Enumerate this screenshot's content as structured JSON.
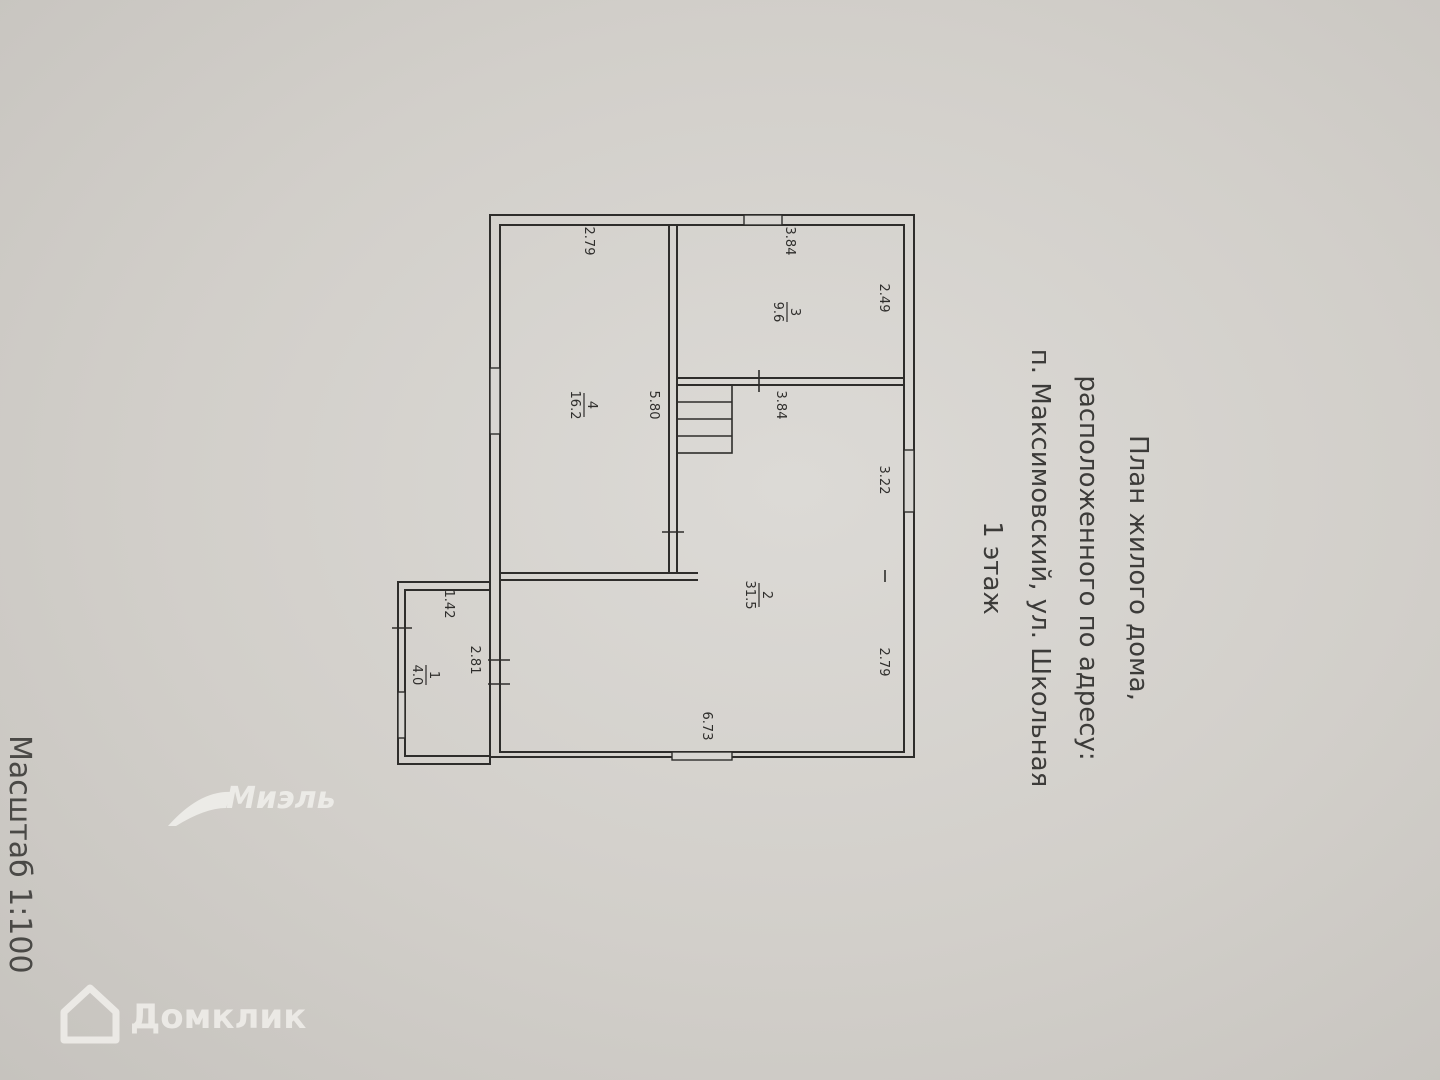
{
  "title": {
    "line1": "План жилого дома,",
    "line2": "расположенного по адресу:",
    "line3": "п. Максимовский, ул. Школьная",
    "line4": "1 этаж"
  },
  "scale_label": "Масштаб 1:100",
  "watermarks": {
    "mizel": "Миэль",
    "domclick": "Домклик"
  },
  "rooms": [
    {
      "number": "1",
      "area": "4.0"
    },
    {
      "number": "2",
      "area": "31.5"
    },
    {
      "number": "3",
      "area": "9.6"
    },
    {
      "number": "4",
      "area": "16.2"
    }
  ],
  "dimensions": {
    "room4_width": "2.79",
    "room3_width": "3.84",
    "room3_depth": "2.49",
    "room4_length": "5.80",
    "room2_top": "3.84",
    "room2_right_upper": "3.22",
    "room2_right_lower": "2.79",
    "room2_bottom": "6.73",
    "room1_width": "1.42",
    "room1_depth": "2.81"
  }
}
